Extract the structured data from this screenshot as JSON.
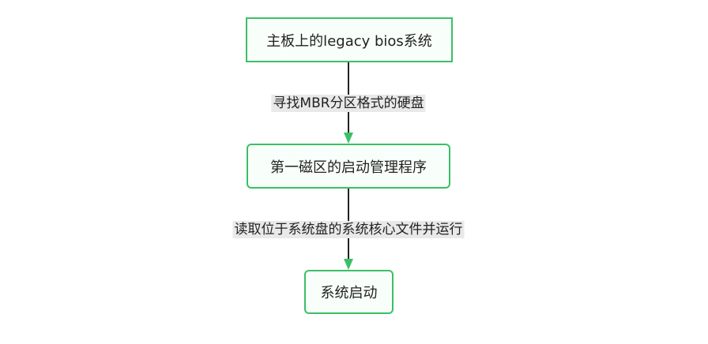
{
  "nodes": [
    {
      "id": "mb-bios",
      "label": "主板上的legacy bios系统"
    },
    {
      "id": "boot-manager",
      "label": "第一磁区的启动管理程序"
    },
    {
      "id": "system-start",
      "label": "系统启动"
    }
  ],
  "edges": [
    {
      "from": "mb-bios",
      "to": "boot-manager",
      "label": "寻找MBR分区格式的硬盘"
    },
    {
      "from": "boot-manager",
      "to": "system-start",
      "label": "读取位于系统盘的系统核心文件并运行"
    }
  ],
  "colors": {
    "node_border": "#3bbf66",
    "arrow": "#3bbf66",
    "line": "#222222",
    "label_bg": "#e9e9e9"
  }
}
